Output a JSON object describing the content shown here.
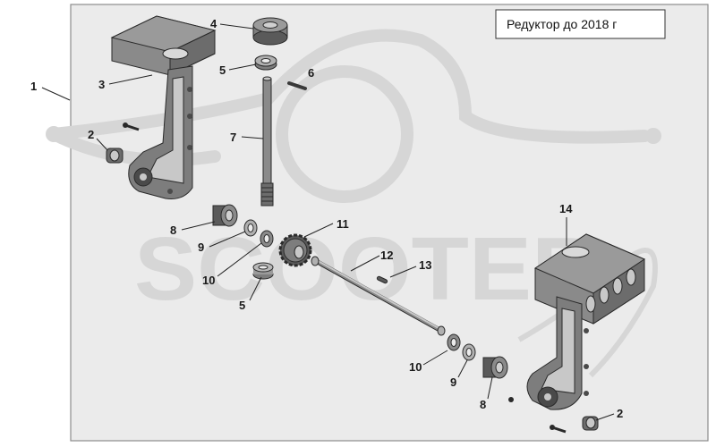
{
  "title": "Редуктор до 2018 г",
  "watermark": {
    "text": "SCOOTER"
  },
  "colors": {
    "panel_bg": "#ebebeb",
    "panel_border": "#8c8c8c",
    "part_fill": "#7d7d7d",
    "part_dark": "#4a4a4a",
    "part_light": "#c8c8c8",
    "watermark": "#d6d6d6"
  },
  "callouts": [
    {
      "id": "1",
      "label": "1"
    },
    {
      "id": "2a",
      "label": "2"
    },
    {
      "id": "3",
      "label": "3"
    },
    {
      "id": "4",
      "label": "4"
    },
    {
      "id": "5a",
      "label": "5"
    },
    {
      "id": "6",
      "label": "6"
    },
    {
      "id": "7",
      "label": "7"
    },
    {
      "id": "8a",
      "label": "8"
    },
    {
      "id": "9a",
      "label": "9"
    },
    {
      "id": "10a",
      "label": "10"
    },
    {
      "id": "11",
      "label": "11"
    },
    {
      "id": "12",
      "label": "12"
    },
    {
      "id": "13",
      "label": "13"
    },
    {
      "id": "5b",
      "label": "5"
    },
    {
      "id": "14",
      "label": "14"
    },
    {
      "id": "10b",
      "label": "10"
    },
    {
      "id": "9b",
      "label": "9"
    },
    {
      "id": "8b",
      "label": "8"
    },
    {
      "id": "2b",
      "label": "2"
    }
  ]
}
